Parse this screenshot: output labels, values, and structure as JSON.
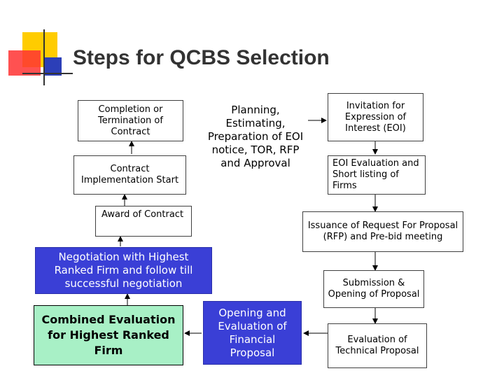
{
  "title": "Steps for QCBS Selection",
  "colors": {
    "accent_yellow": "#ffcc00",
    "accent_red": "#ff3333",
    "accent_blue": "#2c3fb8",
    "green_box": "#a8f0c6",
    "title_text": "#333333"
  },
  "steps": {
    "completion": "Completion  or Termination of Contract",
    "implementation": "Contract Implementation Start",
    "planning": "Planning, Estimating, Preparation of EOI notice, TOR, RFP and Approval",
    "invitation": "Invitation for Expression of Interest (EOI)",
    "eoi_evaluation": "EOI Evaluation and Short listing of Firms",
    "award": "Award of Contract",
    "rfp": "Issuance of Request For Proposal (RFP) and Pre-bid meeting",
    "negotiation": "Negotiation with Highest Ranked Firm and follow till successful negotiation",
    "submission": "Submission & Opening of Proposal",
    "combined": "Combined Evaluation for Highest Ranked Firm",
    "financial": "Opening and Evaluation of Financial Proposal",
    "technical": "Evaluation of Technical Proposal"
  }
}
